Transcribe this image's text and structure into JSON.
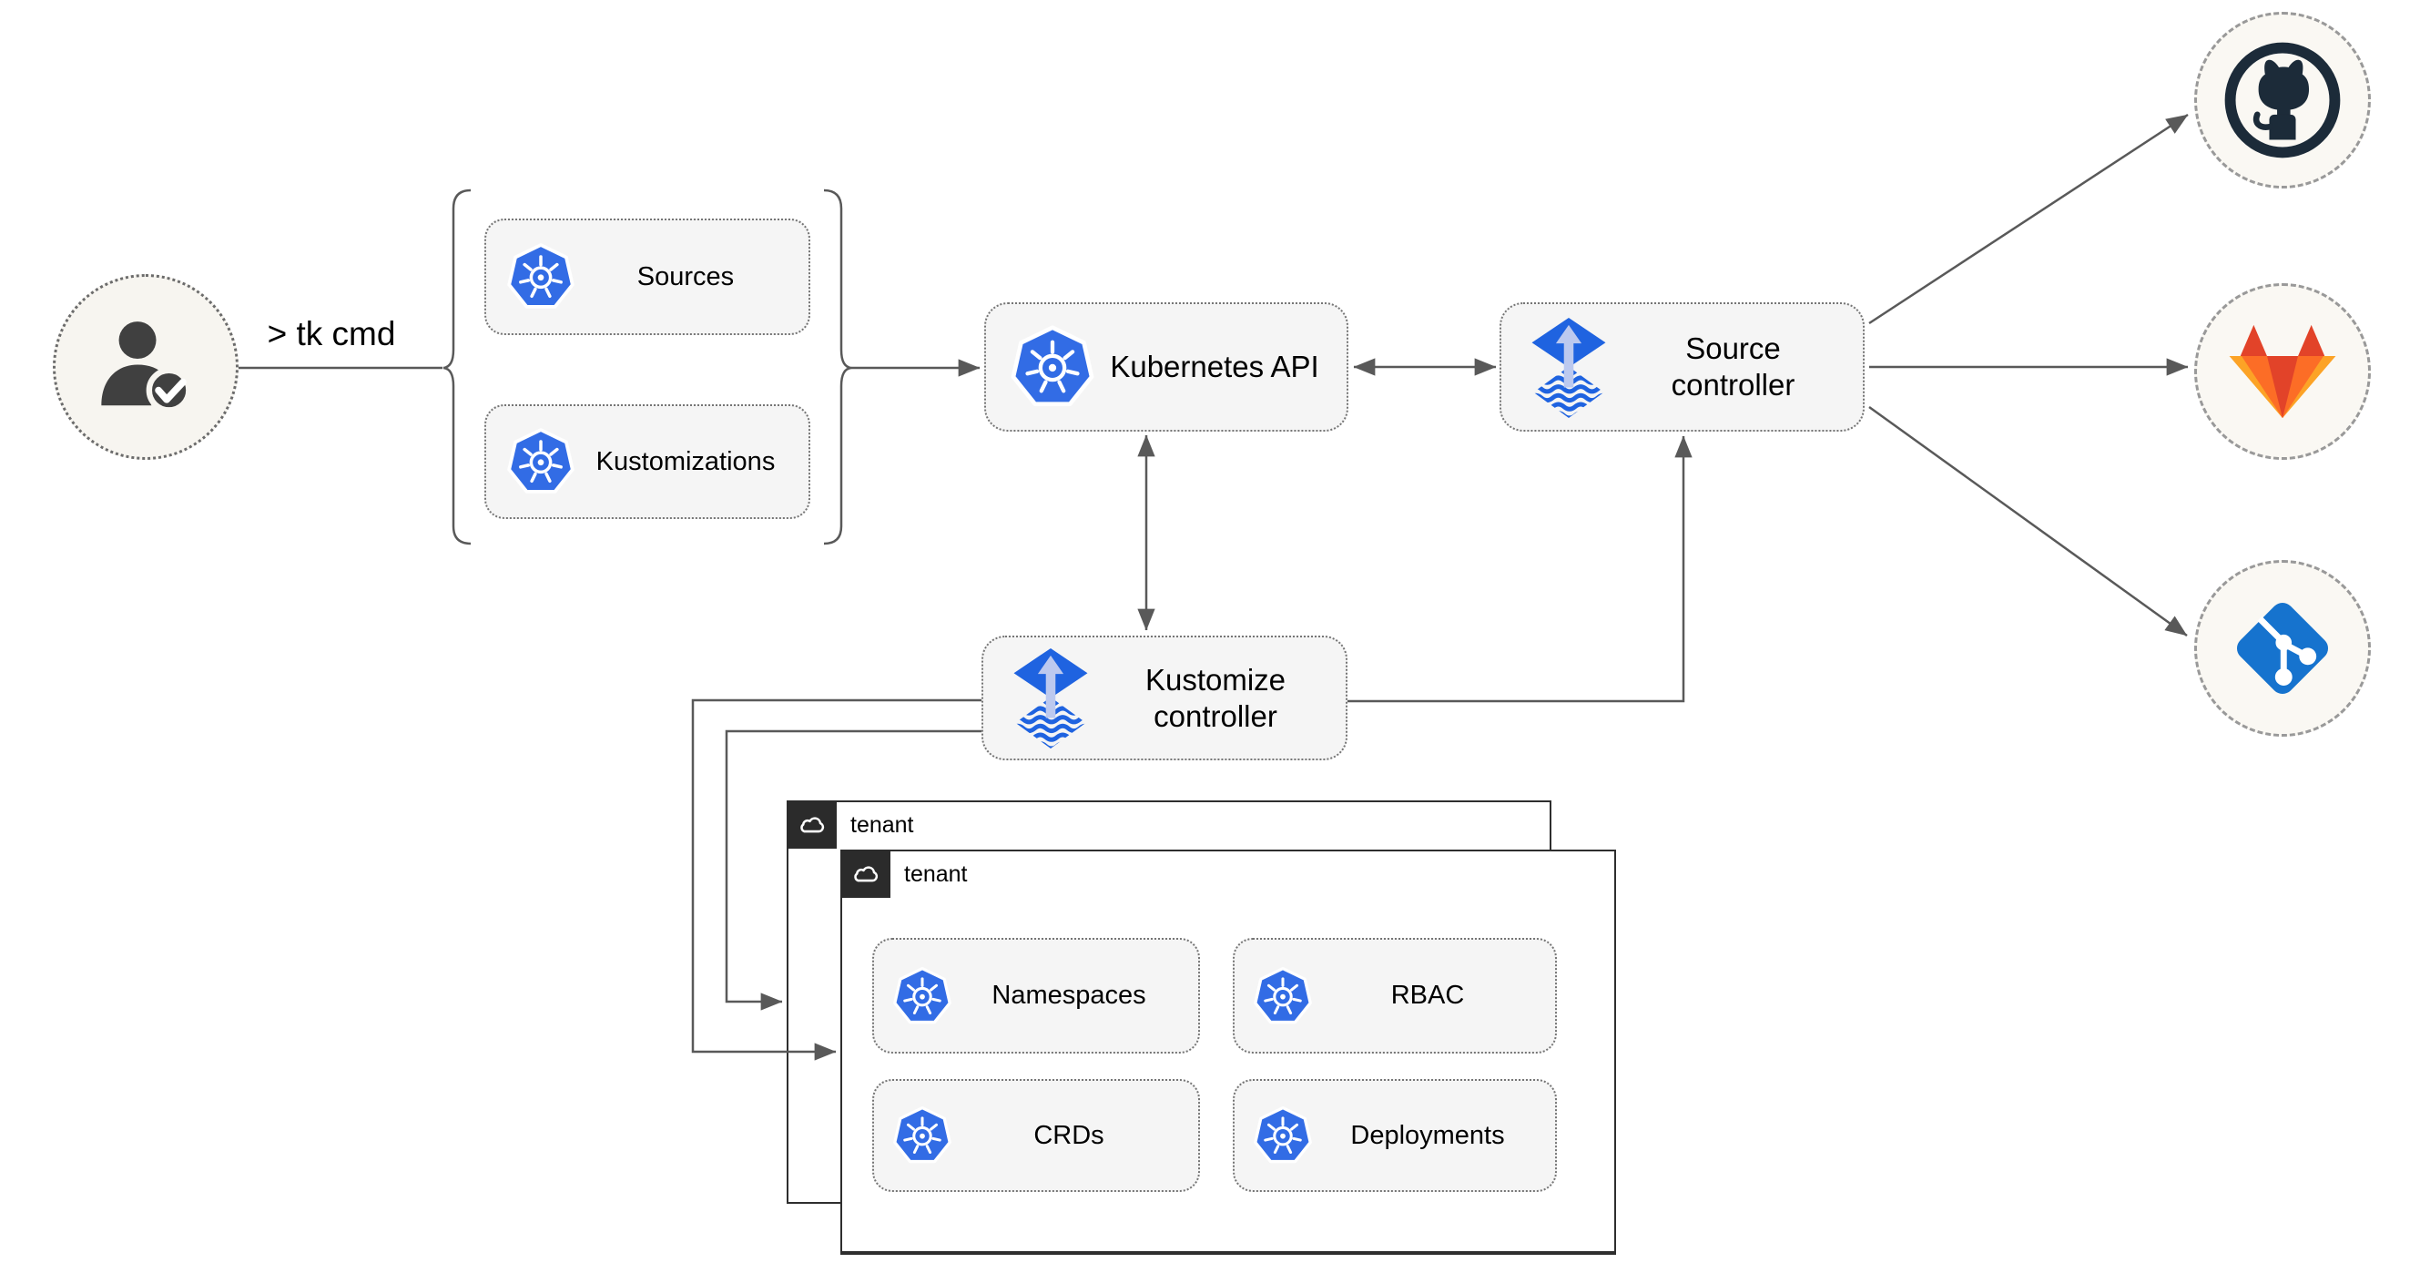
{
  "labels": {
    "cli_command": "> tk cmd",
    "sources": "Sources",
    "kustomizations": "Kustomizations",
    "kubernetes_api": "Kubernetes API",
    "source_controller": "Source controller",
    "kustomize_controller": "Kustomize controller",
    "tenant_back": "tenant",
    "tenant_front": "tenant",
    "namespaces": "Namespaces",
    "rbac": "RBAC",
    "crds": "CRDs",
    "deployments": "Deployments"
  },
  "icons": {
    "user": "user-check-icon",
    "kubernetes": "kubernetes-wheel-icon",
    "flux": "flux-controller-icon",
    "cloud": "cloud-icon",
    "github": "github-octocat-icon",
    "gitlab": "gitlab-tanuki-icon",
    "git": "git-branch-icon"
  },
  "colors": {
    "kubernetes_blue": "#326ce5",
    "flux_blue": "#1f63e0",
    "flux_arrow_light": "#bcc9ef",
    "connector_gray": "#595959",
    "node_fill": "#f5f5f5",
    "circle_fill": "#faf8f3",
    "tenant_header": "#2b2b2b",
    "github_dark": "#1c2b39",
    "gitlab_red": "#e24329",
    "gitlab_orange": "#fc6d26",
    "gitlab_light_orange": "#fca326",
    "git_blue": "#1673ce"
  }
}
